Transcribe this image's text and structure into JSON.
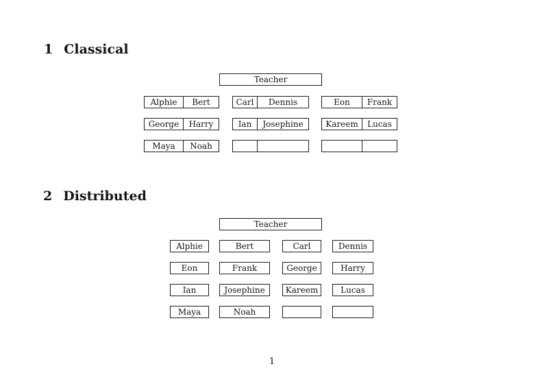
{
  "classical": {
    "heading_number": "1",
    "heading_title": "Classical",
    "teacher": "Teacher",
    "groups": [
      {
        "rows": [
          [
            "Alphie",
            "Bert"
          ],
          [
            "George",
            "Harry"
          ],
          [
            "Maya",
            "Noah"
          ]
        ]
      },
      {
        "rows": [
          [
            "Carl",
            "Dennis"
          ],
          [
            "Ian",
            "Josephine"
          ],
          [
            "",
            ""
          ]
        ]
      },
      {
        "rows": [
          [
            "Eon",
            "Frank"
          ],
          [
            "Kareem",
            "Lucas"
          ],
          [
            "",
            ""
          ]
        ]
      }
    ]
  },
  "distributed": {
    "heading_number": "2",
    "heading_title": "Distributed",
    "teacher": "Teacher",
    "rows": [
      [
        "Alphie",
        "Bert",
        "Carl",
        "Dennis"
      ],
      [
        "Eon",
        "Frank",
        "George",
        "Harry"
      ],
      [
        "Ian",
        "Josephine",
        "Kareem",
        "Lucas"
      ],
      [
        "Maya",
        "Noah",
        "",
        ""
      ]
    ]
  },
  "page_number": "1"
}
